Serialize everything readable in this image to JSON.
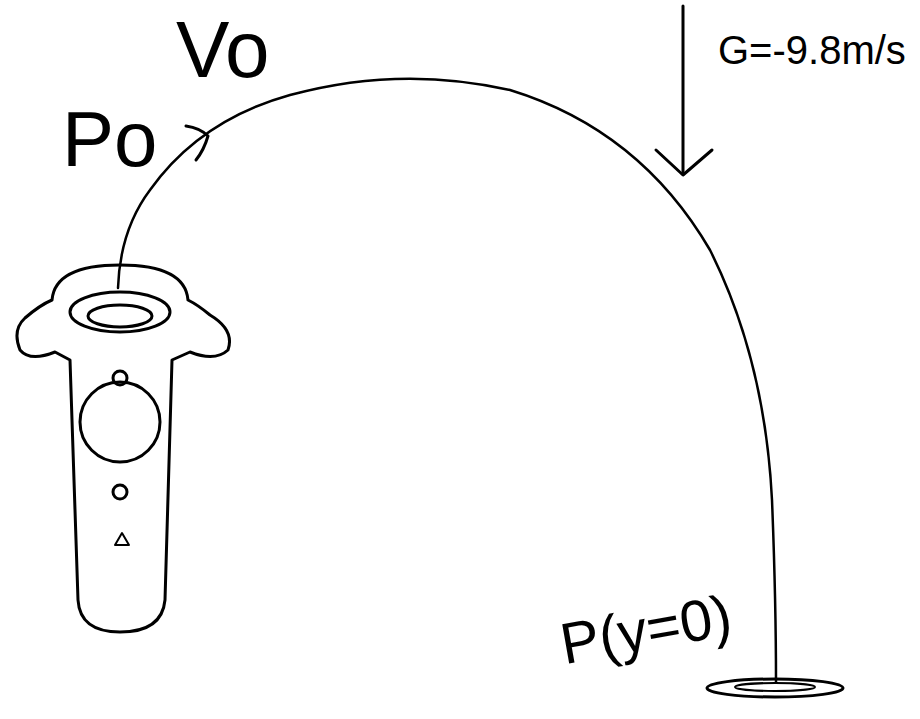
{
  "diagram": {
    "labels": [
      "Po",
      "Vo",
      "G=-9.8m/s",
      "P(y=0)"
    ]
  }
}
